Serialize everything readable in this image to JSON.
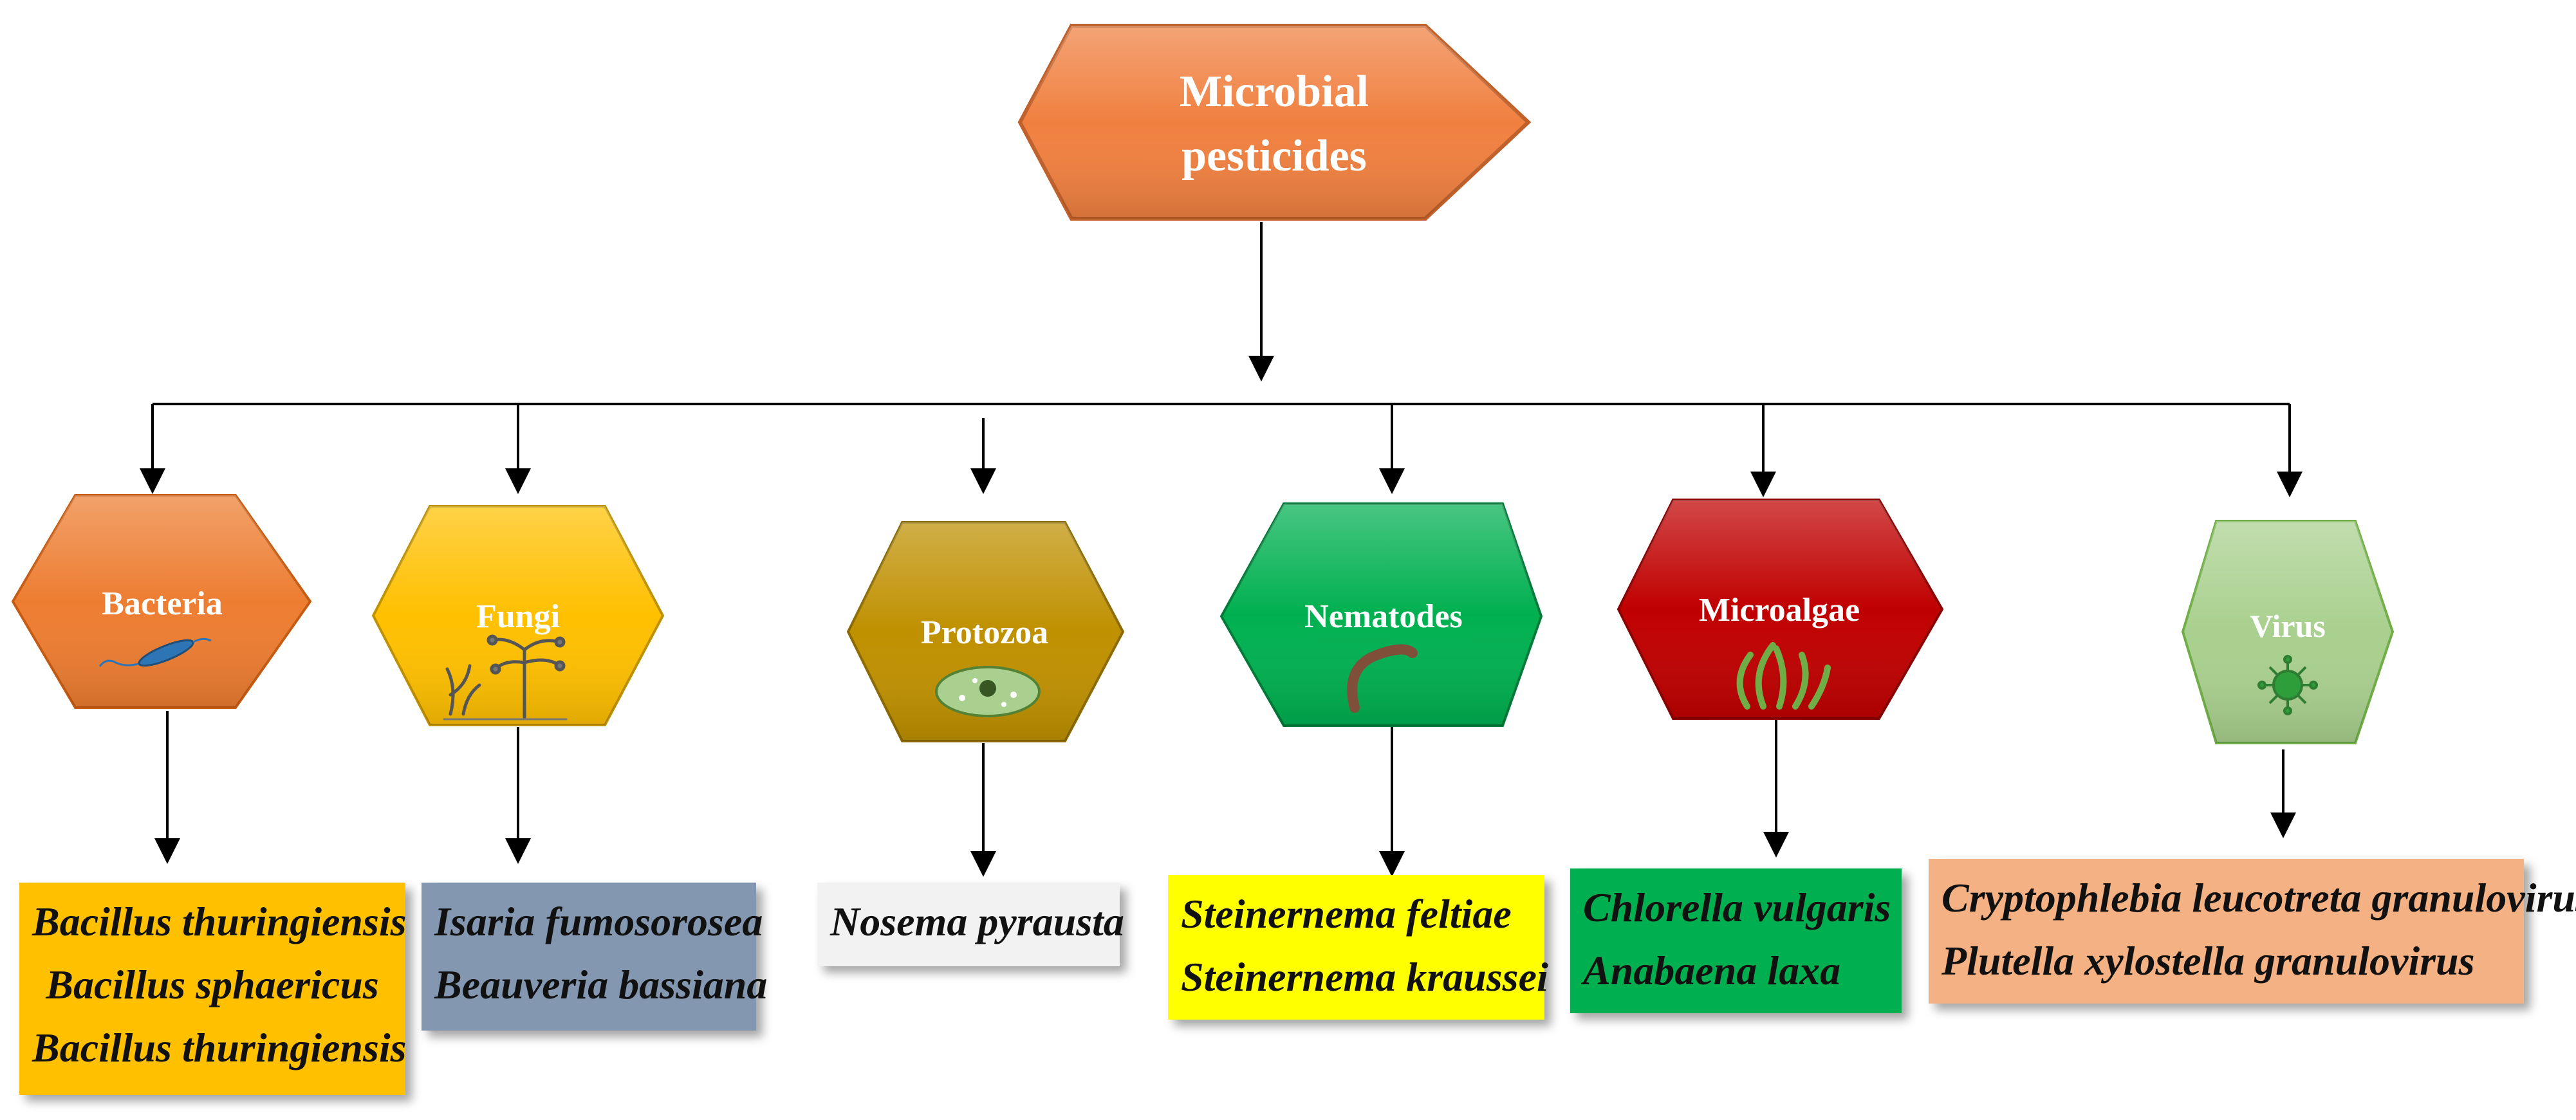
{
  "root": {
    "line1": "Microbial",
    "line2": "pesticides",
    "color": "#F08040"
  },
  "categories": [
    {
      "id": "bacteria",
      "label": "Bacteria",
      "color": "#ED7D31",
      "icon": "bacterium-icon"
    },
    {
      "id": "fungi",
      "label": "Fungi",
      "color": "#FFC000",
      "icon": "fungus-icon"
    },
    {
      "id": "protozoa",
      "label": "Protozoa",
      "color": "#BF9000",
      "icon": "protozoan-icon"
    },
    {
      "id": "nematodes",
      "label": "Nematodes",
      "color": "#00B050",
      "icon": "nematode-icon"
    },
    {
      "id": "microalgae",
      "label": "Microalgae",
      "color": "#C00000",
      "icon": "algae-icon"
    },
    {
      "id": "virus",
      "label": "Virus",
      "color": "#A9D08E",
      "icon": "virus-icon"
    }
  ],
  "examples": {
    "bacteria": {
      "lines": [
        "Bacillus thuringiensis",
        "Bacillus sphaericus",
        "Bacillus thuringiensis"
      ],
      "color": "#FFC000"
    },
    "fungi": {
      "lines": [
        "Isaria fumosorosea",
        "Beauveria bassiana"
      ],
      "color": "#8497B0"
    },
    "protozoa": {
      "lines": [
        "Nosema pyrausta"
      ],
      "color": "#F2F2F2"
    },
    "nematodes": {
      "lines": [
        "Steinernema feltiae",
        "Steinernema kraussei"
      ],
      "color": "#FFFF00"
    },
    "microalgae": {
      "lines": [
        "Chlorella vulgaris",
        "Anabaena laxa"
      ],
      "color": "#00B050"
    },
    "virus": {
      "lines": [
        "Cryptophlebia leucotreta granulovirus",
        "Plutella xylostella granulovirus"
      ],
      "color": "#F4B183"
    }
  }
}
